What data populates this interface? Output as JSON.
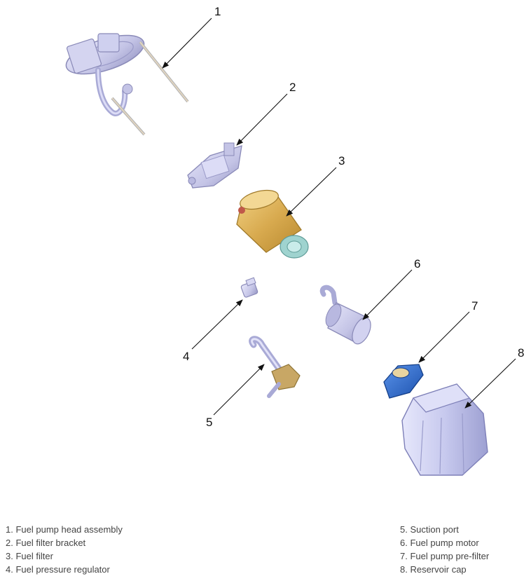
{
  "callouts": [
    {
      "number": "1"
    },
    {
      "number": "2"
    },
    {
      "number": "3"
    },
    {
      "number": "4"
    },
    {
      "number": "5"
    },
    {
      "number": "6"
    },
    {
      "number": "7"
    },
    {
      "number": "8"
    }
  ],
  "legend": {
    "left": [
      "1. Fuel pump head assembly",
      "2. Fuel filter bracket",
      "3. Fuel filter",
      "4. Fuel pressure regulator"
    ],
    "right": [
      "5. Suction port",
      "6. Fuel pump motor",
      "7. Fuel pump pre-filter",
      "8. Reservoir cap"
    ]
  },
  "colors": {
    "metal": "#c9c9ea",
    "metal_dark": "#9a9ac8",
    "filter_gold": "#d8aa4f",
    "prefilter_blue": "#2e6fd0",
    "reservoir": "#c7c9ee"
  }
}
